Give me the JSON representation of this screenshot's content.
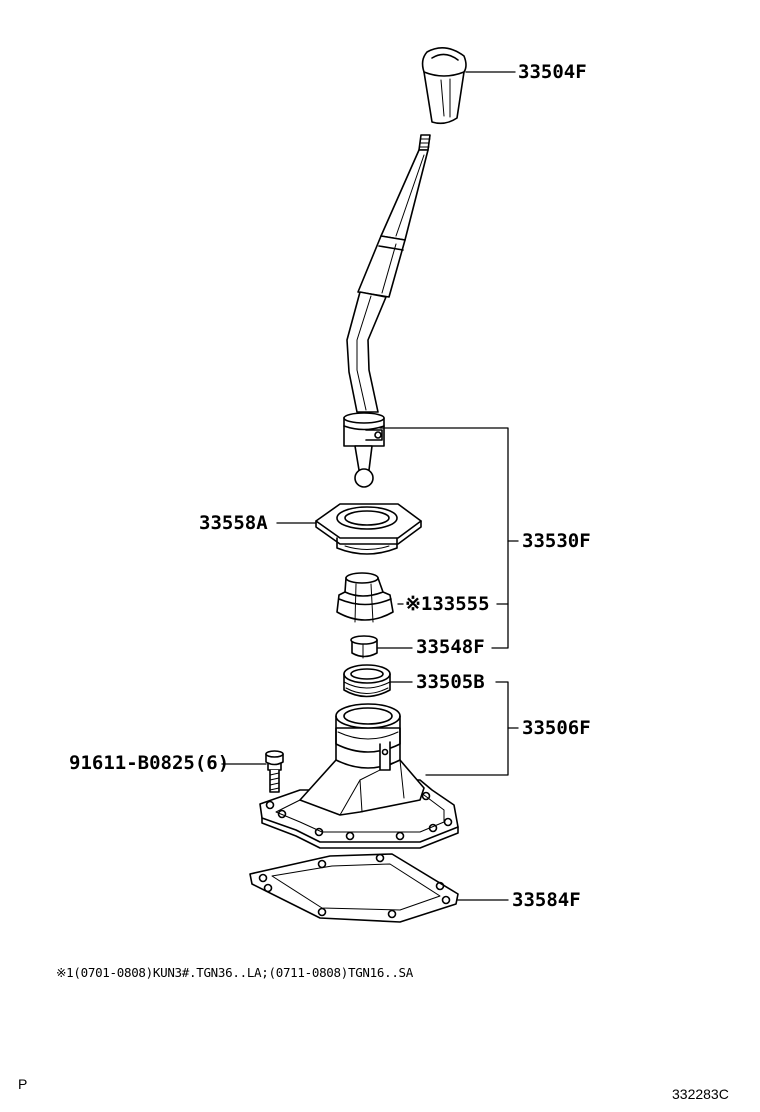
{
  "parts": {
    "knob": "33504F",
    "lever_assy": "33530F",
    "retainer": "33558A",
    "boot": "※133555",
    "bushing": "33548F",
    "seat": "33505B",
    "housing_assy": "33506F",
    "bolt": "91611-B0825(6)",
    "gasket": "33584F"
  },
  "footnote": "※1(0701-0808)KUN3#.TGN36..LA;(0711-0808)TGN16..SA",
  "corner_left": "P",
  "diagram_id": "332283C"
}
